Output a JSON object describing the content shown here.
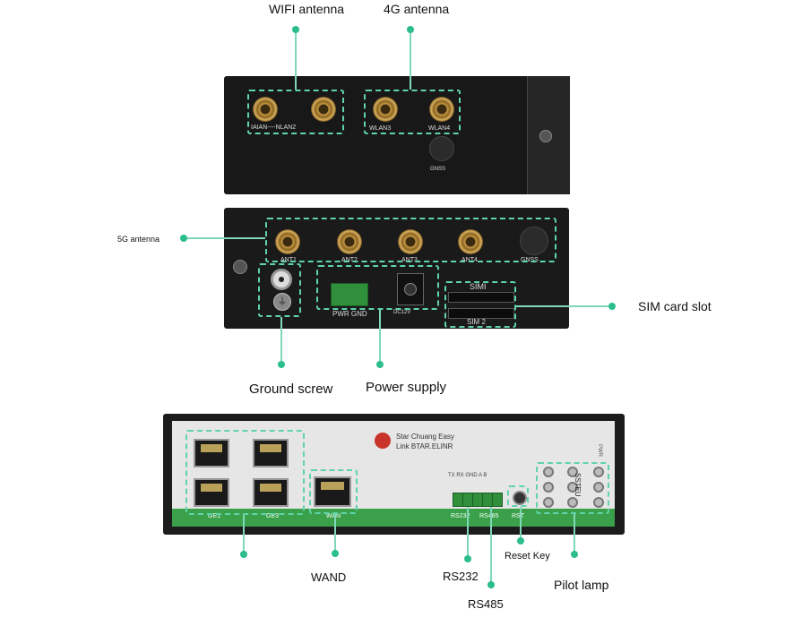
{
  "labels": {
    "wifi_antenna": "WIFI antenna",
    "g4_antenna": "4G antenna",
    "g5_antenna": "5G antenna",
    "sim_card_slot": "SIM card slot",
    "ground_screw": "Ground screw",
    "power_supply": "Power supply",
    "wand": "WAND",
    "rs232": "RS232",
    "rs485": "RS485",
    "reset_key": "Reset Key",
    "pilot_lamp": "Pilot lamp"
  },
  "device_top": {
    "port_wlan12": "IAIAN----NLAN2",
    "port_wlan3": "WLAN3",
    "port_wlan4": "WLAN4",
    "port_gnss": "GNSS"
  },
  "device_middle": {
    "ant1": "ANT1",
    "ant2": "ANT2",
    "ant3": "ANT3",
    "ant4": "ANT4",
    "gnss": "GNSS",
    "pwr_gnd": "PWR GND",
    "dc12v": "DC12V",
    "sim1": "SIMI",
    "sim2": "SIM 2"
  },
  "device_front": {
    "brand_line1": "Star Chuang Easy",
    "brand_line2": "Link BTAR.ELINR",
    "ge1": "GE1",
    "ge3": "GE3",
    "wan": "WAN",
    "rs232": "RS232",
    "rs485": "RS485",
    "rst": "RST",
    "term_labels": "TX  RX  GND  A    B",
    "ssteu": "SSTEU",
    "pwr": "PWR"
  },
  "colors": {
    "accent": "#2bbd8c",
    "device_body": "#1c1c1c",
    "front_panel": "#e6e6e6",
    "green_stripe": "#3aa14a"
  }
}
